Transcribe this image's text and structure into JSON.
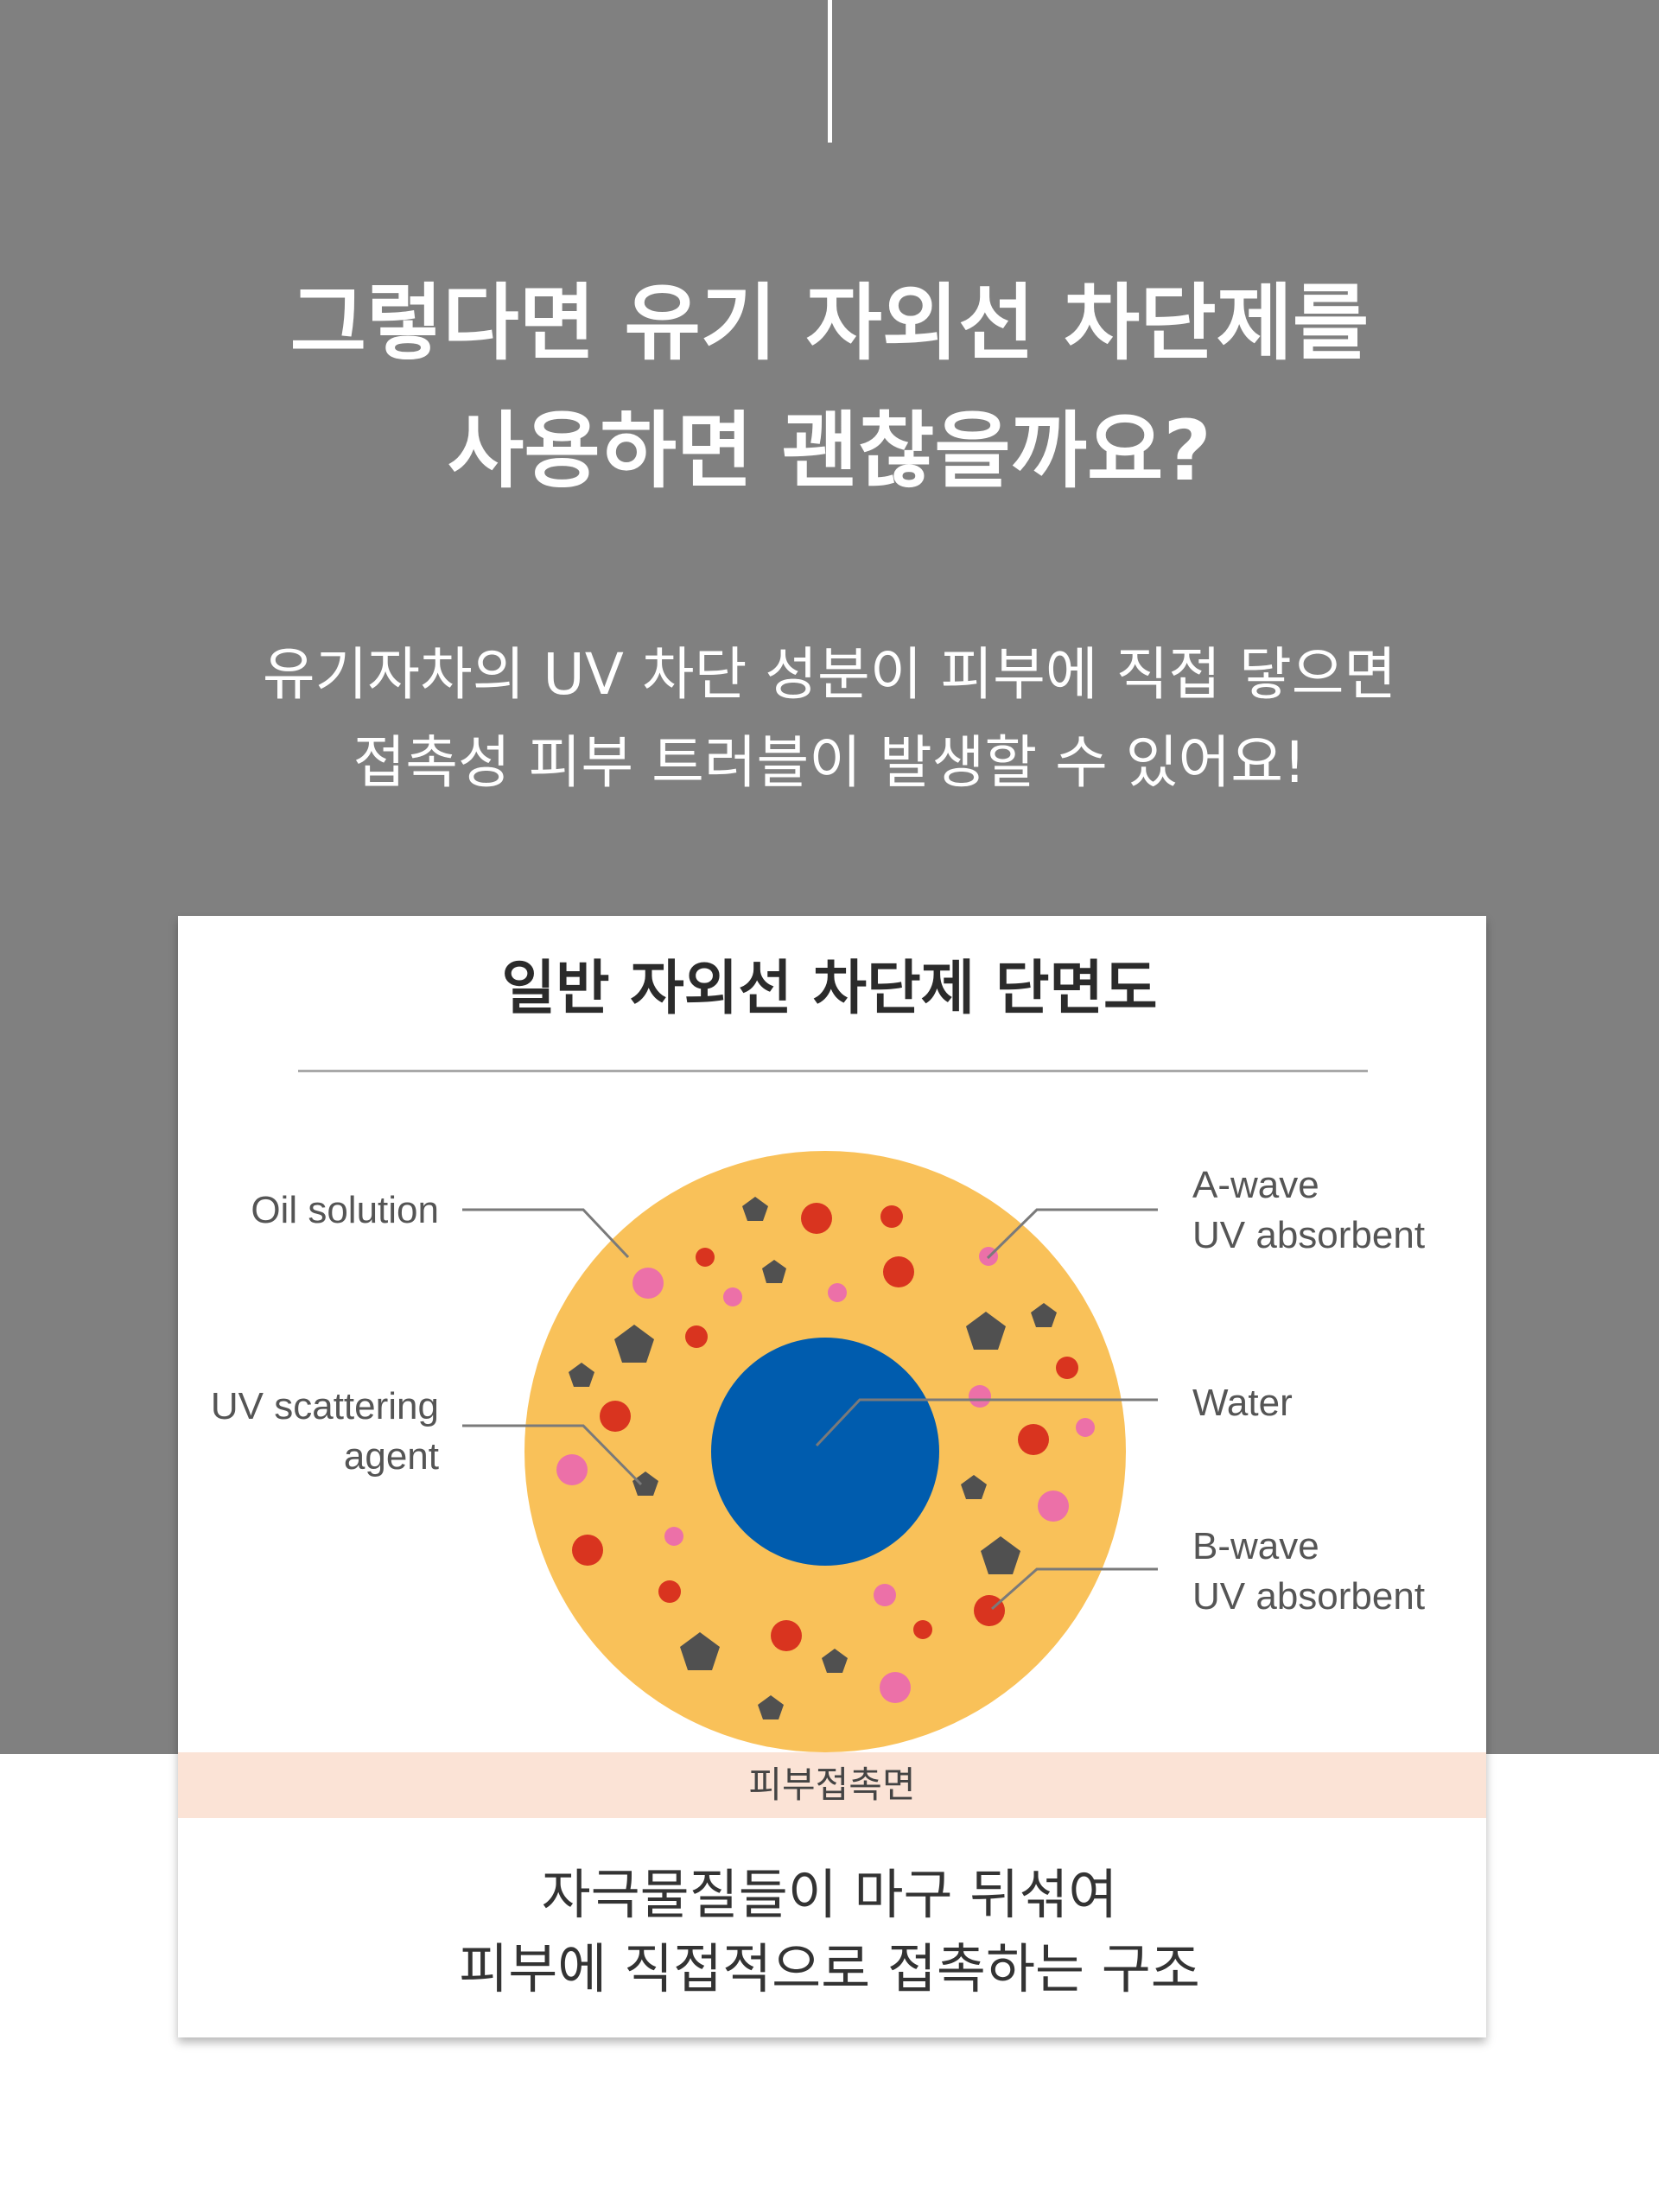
{
  "headline": [
    "그렇다면 유기 자외선 차단제를",
    "사용하면 괜찮을까요?"
  ],
  "subheadline": [
    "유기자차의 UV 차단 성분이 피부에 직접 닿으면",
    "접촉성 피부 트러블이 발생할 수 있어요!"
  ],
  "card": {
    "title": "일반 자외선 차단제 단면도",
    "labels": {
      "oil_solution": "Oil solution",
      "uv_scattering_1": "UV scattering",
      "uv_scattering_2": "agent",
      "a_wave_1": "A-wave",
      "a_wave_2": "UV absorbent",
      "water": "Water",
      "b_wave_1": "B-wave",
      "b_wave_2": "UV absorbent"
    },
    "skin_contact": "피부접촉면",
    "caption": [
      "자극물질들이 마구 뒤섞여",
      "피부에 직접적으로 접촉하는 구조"
    ]
  },
  "colors": {
    "background_gray": "#808080",
    "oil_yellow": "#f9c159",
    "water_blue": "#005cae",
    "a_wave_pink": "#ec70a8",
    "b_wave_red": "#d9341f",
    "scattering_gray": "#505050",
    "skin_band": "#fbe3d6"
  }
}
